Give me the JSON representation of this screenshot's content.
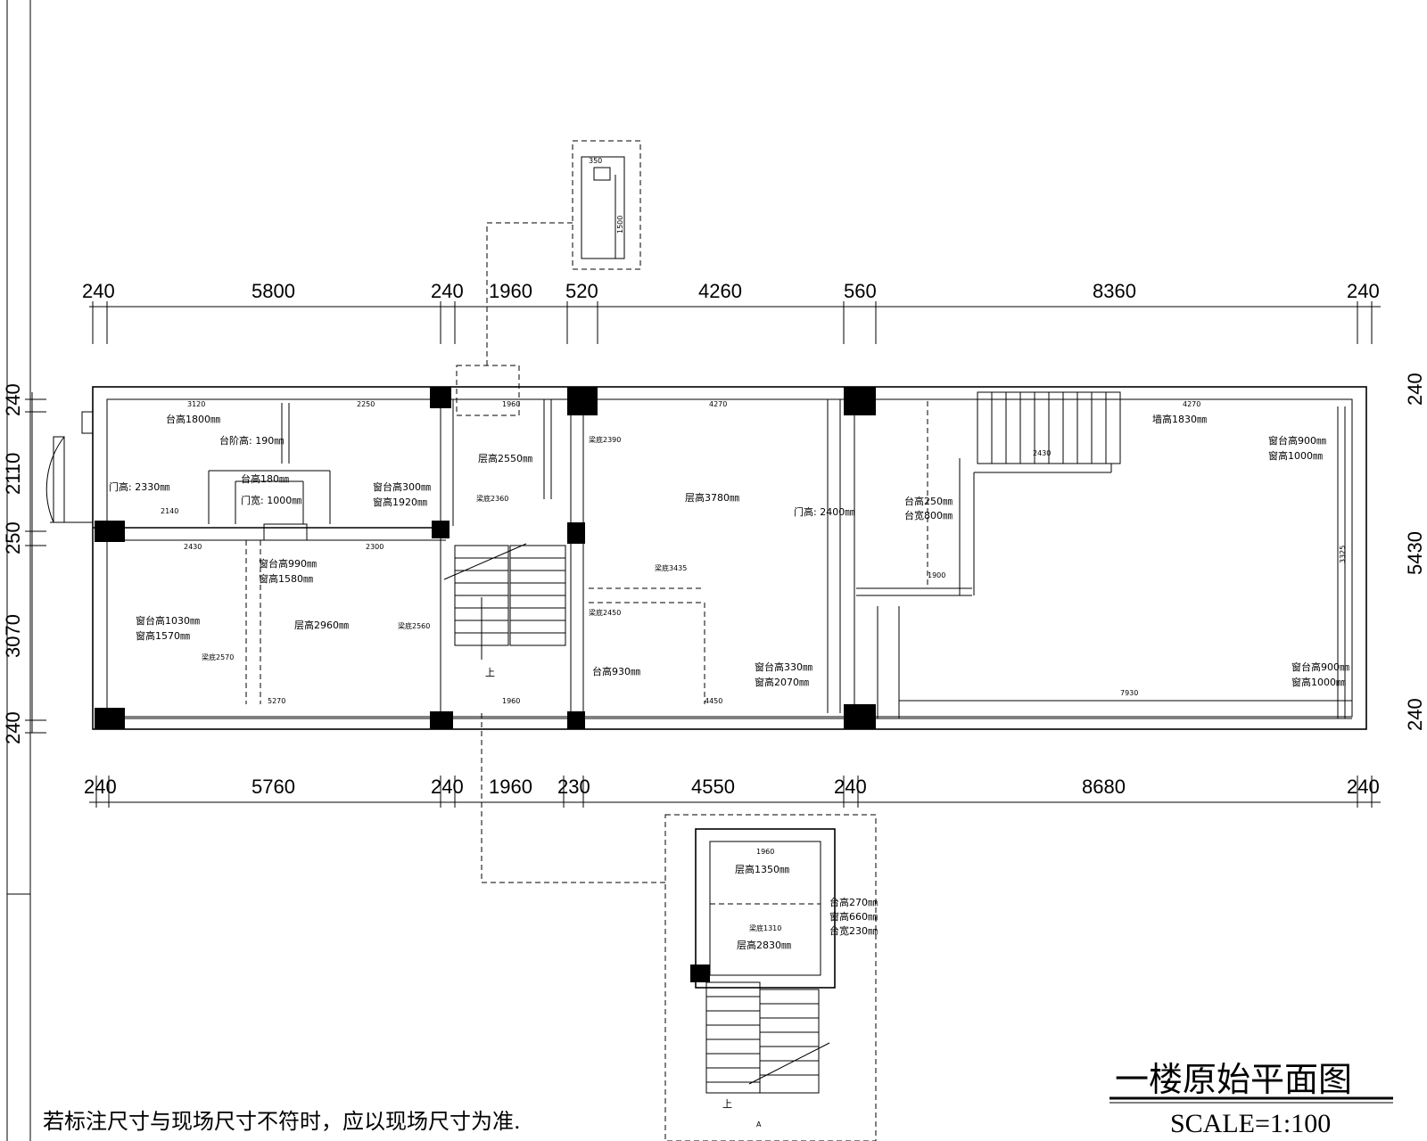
{
  "drawing": {
    "title": "一楼原始平面图",
    "scale": "SCALE=1:100",
    "note": "若标注尺寸与现场尺寸不符时，应以现场尺寸为准."
  },
  "dims_top": [
    "240",
    "5800",
    "240",
    "1960",
    "520",
    "4260",
    "560",
    "8360",
    "240"
  ],
  "dims_bottom": [
    "240",
    "5760",
    "240",
    "1960",
    "230",
    "4550",
    "240",
    "8680",
    "240"
  ],
  "dims_left": [
    "240",
    "2110",
    "250",
    "3070",
    "240"
  ],
  "dims_right": [
    "240",
    "5430",
    "240"
  ],
  "rooms": {
    "r1_a": "台高1800㎜",
    "r1_b": "台阶高: 190㎜",
    "r1_c": "台高180㎜",
    "r1_d": "门宽: 1000㎜",
    "r1_e": "门高: 2330㎜",
    "r1_f": "窗台高300㎜",
    "r1_g": "窗高1920㎜",
    "r2_a": "窗台高990㎜",
    "r2_b": "窗高1580㎜",
    "r2_c": "层高2960㎜",
    "r2_d": "窗台高1030㎜",
    "r2_e": "窗高1570㎜",
    "r2_f": "梁底2570",
    "r2_g": "梁底2560",
    "stair_a": "层高2550㎜",
    "stair_b": "梁底2360",
    "stair_up": "上",
    "mid_a": "梁底2390",
    "mid_b": "层高3780㎜",
    "mid_c": "梁底3435",
    "mid_d": "梁底2450",
    "mid_e": "台高930㎜",
    "mid_f": "窗台高330㎜",
    "mid_g": "窗高2070㎜",
    "mid_h": "门高: 2400㎜",
    "right_a": "墙高1830㎜",
    "right_b": "窗台高900㎜",
    "right_c": "窗高1000㎜",
    "right_d": "台高250㎜",
    "right_e": "台宽800㎜",
    "right_f": "窗台高900㎜",
    "right_g": "窗高1000㎜",
    "inset_a": "层高1350㎜",
    "inset_b": "台高270㎜",
    "inset_c": "窗高660㎜",
    "inset_d": "台宽230㎜",
    "inset_e": "梁底1310",
    "inset_f": "层高2830㎜",
    "inset_up": "上",
    "inset_letter": "A"
  },
  "small_dims": {
    "a": "3120",
    "b": "2250",
    "c": "1960",
    "d": "4270",
    "e": "4270",
    "f": "2430",
    "g": "2300",
    "h": "5270",
    "i": "1960",
    "j": "4450",
    "k": "7930",
    "l": "3325",
    "m": "1900",
    "n": "2430",
    "o": "2140",
    "p": "1960",
    "q": "350",
    "r": "1500"
  }
}
